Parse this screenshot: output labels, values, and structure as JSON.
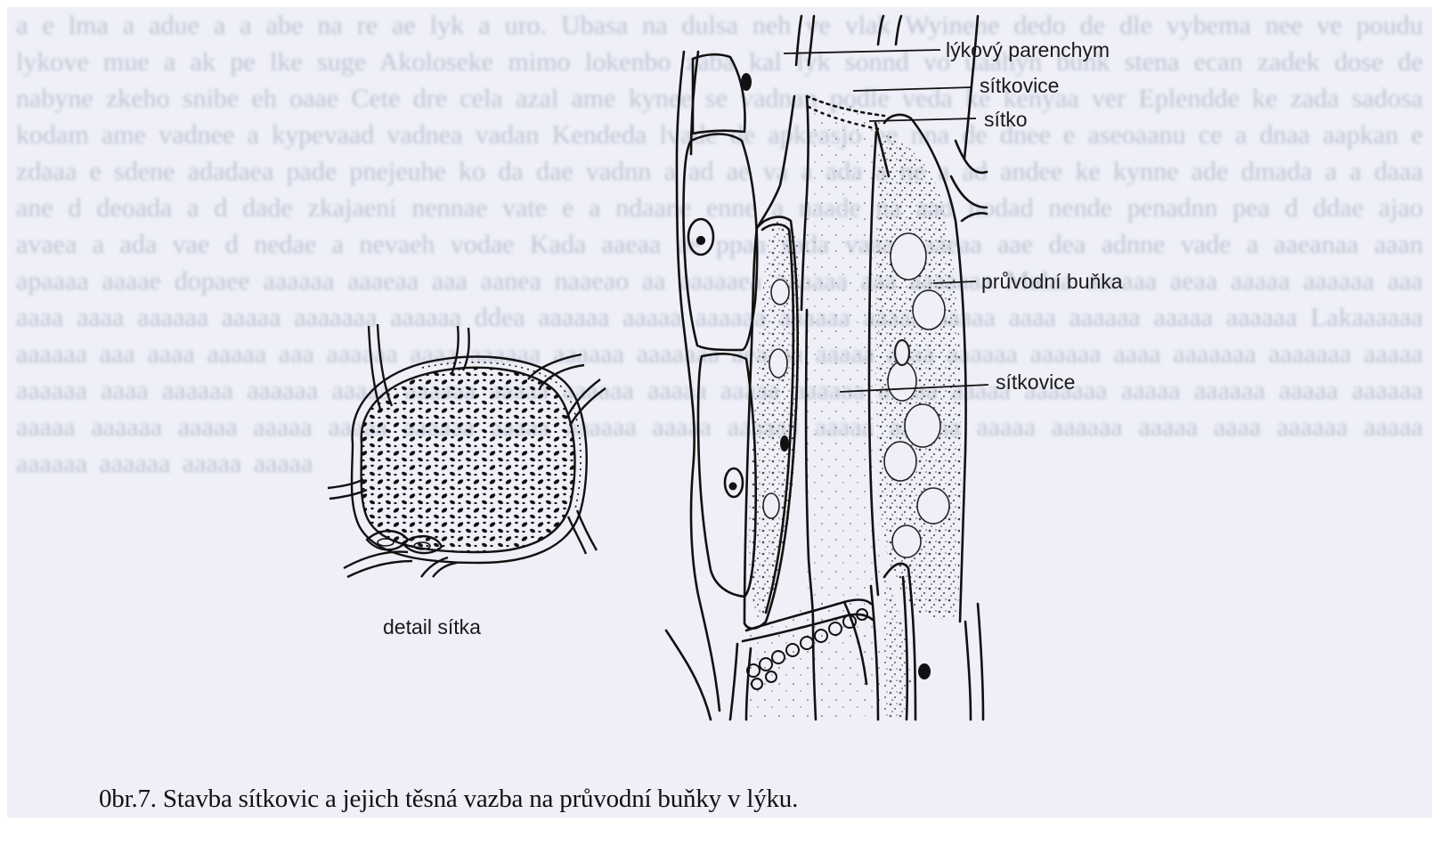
{
  "figure": {
    "labels": {
      "lykovy_parenchym": "lýkový parenchym",
      "sitkovice_top": "sítkovice",
      "sitko": "sítko",
      "pruvodni_bunka": "průvodní buňka",
      "sitkovice_mid": "sítkovice",
      "detail_sitka": "detail sítka"
    },
    "caption": "0br.7. Stavba sítkovic a jejich těsná vazba na průvodní buňky v lýku."
  },
  "colors": {
    "page": "#eeeff7",
    "ink": "#1a1a1a",
    "bleed_text": "#b3b6c9"
  }
}
